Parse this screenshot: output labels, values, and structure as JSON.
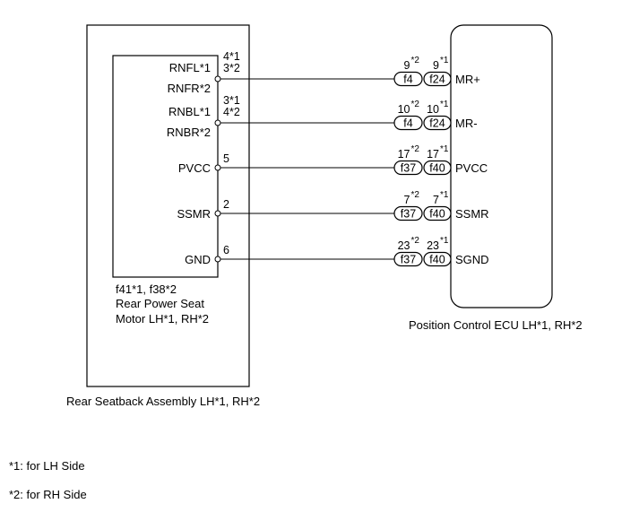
{
  "seatback_label": "Rear Seatback Assembly LH*1, RH*2",
  "motor_connectors": "f41*1, f38*2",
  "motor_name_line1": "Rear Power Seat",
  "motor_name_line2": "Motor LH*1, RH*2",
  "ecu_label": "Position Control ECU LH*1, RH*2",
  "notes": [
    "*1: for LH Side",
    "*2: for RH Side"
  ],
  "circuits": [
    {
      "motor_labels": [
        "RNFL*1",
        "RNFR*2"
      ],
      "motor_pins": [
        "4*1",
        "3*2"
      ],
      "conn_a": {
        "name": "f4",
        "pin": "9",
        "mark": "*2"
      },
      "conn_b": {
        "name": "f24",
        "pin": "9",
        "mark": "*1"
      },
      "ecu_terminal": "MR+"
    },
    {
      "motor_labels": [
        "RNBL*1",
        "RNBR*2"
      ],
      "motor_pins": [
        "3*1",
        "4*2"
      ],
      "conn_a": {
        "name": "f4",
        "pin": "10",
        "mark": "*2"
      },
      "conn_b": {
        "name": "f24",
        "pin": "10",
        "mark": "*1"
      },
      "ecu_terminal": "MR-"
    },
    {
      "motor_labels": [
        "PVCC"
      ],
      "motor_pins": [
        "5"
      ],
      "conn_a": {
        "name": "f37",
        "pin": "17",
        "mark": "*2"
      },
      "conn_b": {
        "name": "f40",
        "pin": "17",
        "mark": "*1"
      },
      "ecu_terminal": "PVCC"
    },
    {
      "motor_labels": [
        "SSMR"
      ],
      "motor_pins": [
        "2"
      ],
      "conn_a": {
        "name": "f37",
        "pin": "7",
        "mark": "*2"
      },
      "conn_b": {
        "name": "f40",
        "pin": "7",
        "mark": "*1"
      },
      "ecu_terminal": "SSMR"
    },
    {
      "motor_labels": [
        "GND"
      ],
      "motor_pins": [
        "6"
      ],
      "conn_a": {
        "name": "f37",
        "pin": "23",
        "mark": "*2"
      },
      "conn_b": {
        "name": "f40",
        "pin": "23",
        "mark": "*1"
      },
      "ecu_terminal": "SGND"
    }
  ]
}
